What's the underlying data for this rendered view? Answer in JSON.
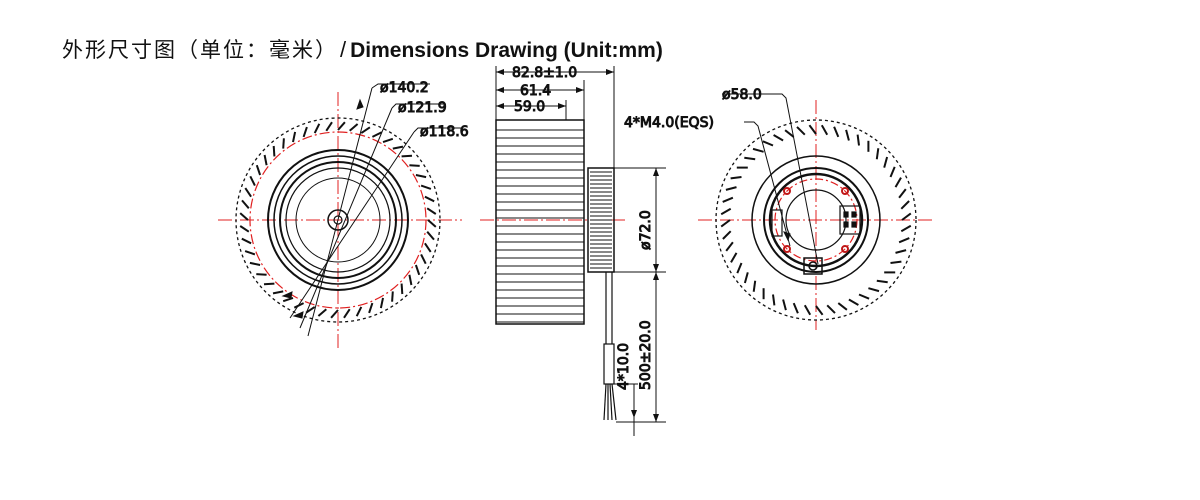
{
  "title": {
    "chinese": "外形尺寸图（单位：毫米）",
    "separator": "/",
    "english": "Dimensions Drawing (Unit:mm)"
  },
  "front_view": {
    "diameters": [
      "ø140.2",
      "ø121.9",
      "ø118.6"
    ]
  },
  "side_view": {
    "widths": [
      "82.8±1.0",
      "61.4",
      "59.0"
    ],
    "motor_diameter": "ø72.0",
    "lead_length": "500±20.0",
    "wire_spec": "4*10.0"
  },
  "rear_view": {
    "bolt_circle": "ø58.0",
    "mount_holes": "4*M4.0(EQS)"
  },
  "colors": {
    "line": "#111111",
    "centerline": "#e02020"
  }
}
